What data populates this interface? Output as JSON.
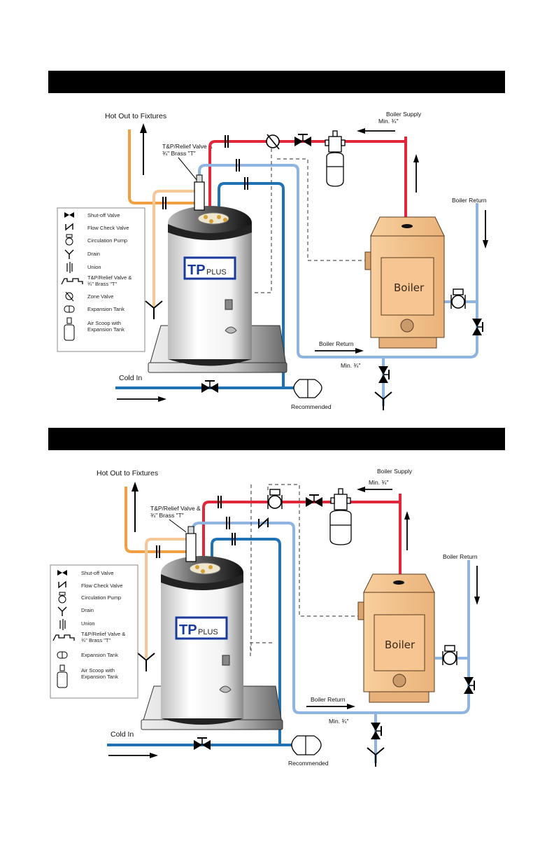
{
  "colors": {
    "header_bar": "#000000",
    "hot_supply_pipe": "#e0283a",
    "hot_out_pipe": "#f0a040",
    "tp_relief_pipe": "#f7c896",
    "boiler_return_pipe": "#8fb4e0",
    "cold_in_pipe": "#1f73b4",
    "boiler_body": "#f5c48e"
  },
  "diagram1": {
    "labels": {
      "hot_out": "Hot Out to Fixtures",
      "tp_relief_line1": "T&P/Relief Valve &",
      "tp_relief_line2": "¾\" Brass \"T\"",
      "boiler_supply": "Boiler Supply",
      "min_supply": "Min. ¾\"",
      "boiler_return_top": "Boiler Return",
      "boiler_return_bottom": "Boiler Return",
      "min_return": "Min. ¾\"",
      "cold_in": "Cold  In",
      "recommended": "Recommended",
      "boiler": "Boiler",
      "logo_tp": "TP",
      "logo_plus": "PLUS"
    },
    "legend": [
      {
        "icon": "shutoff-valve-icon",
        "label": "Shut-off Valve"
      },
      {
        "icon": "flow-check-valve-icon",
        "label": "Flow Check Valve"
      },
      {
        "icon": "circulation-pump-icon",
        "label": "Circulation Pump"
      },
      {
        "icon": "drain-icon",
        "label": "Drain"
      },
      {
        "icon": "union-icon",
        "label": "Union"
      },
      {
        "icon": "tp-relief-valve-icon",
        "label": "T&P/Relief Valve &",
        "label2": "¾\" Brass \"T\""
      },
      {
        "icon": "zone-valve-icon",
        "label": "Zone Valve"
      },
      {
        "icon": "expansion-tank-icon",
        "label": "Expansion Tank"
      },
      {
        "icon": "air-scoop-icon",
        "label": "Air Scoop with",
        "label2": "Expansion Tank"
      }
    ]
  },
  "diagram2": {
    "labels": {
      "hot_out": "Hot Out to Fixtures",
      "tp_relief_line1": "T&P/Relief Valve &",
      "tp_relief_line2": "¾\" Brass \"T\"",
      "boiler_supply": "Boiler Supply",
      "min_supply": "Min. ¾\"",
      "boiler_return_top": "Boiler Return",
      "boiler_return_bottom": "Boiler Return",
      "min_return": "Min. ¾\"",
      "cold_in": "Cold  In",
      "recommended": "Recommended",
      "boiler": "Boiler",
      "logo_tp": "TP",
      "logo_plus": "PLUS"
    },
    "legend": [
      {
        "icon": "shutoff-valve-icon",
        "label": "Shut-off Valve"
      },
      {
        "icon": "flow-check-valve-icon",
        "label": "Flow Check Valve"
      },
      {
        "icon": "circulation-pump-icon",
        "label": "Circulation Pump"
      },
      {
        "icon": "drain-icon",
        "label": "Drain"
      },
      {
        "icon": "union-icon",
        "label": "Union"
      },
      {
        "icon": "tp-relief-valve-icon",
        "label": "T&P/Relief Valve &",
        "label2": "¾\" Brass \"T\""
      },
      {
        "icon": "expansion-tank-icon",
        "label": "Expansion Tank"
      },
      {
        "icon": "air-scoop-icon",
        "label": "Air Scoop with",
        "label2": "Expansion Tank"
      }
    ]
  }
}
